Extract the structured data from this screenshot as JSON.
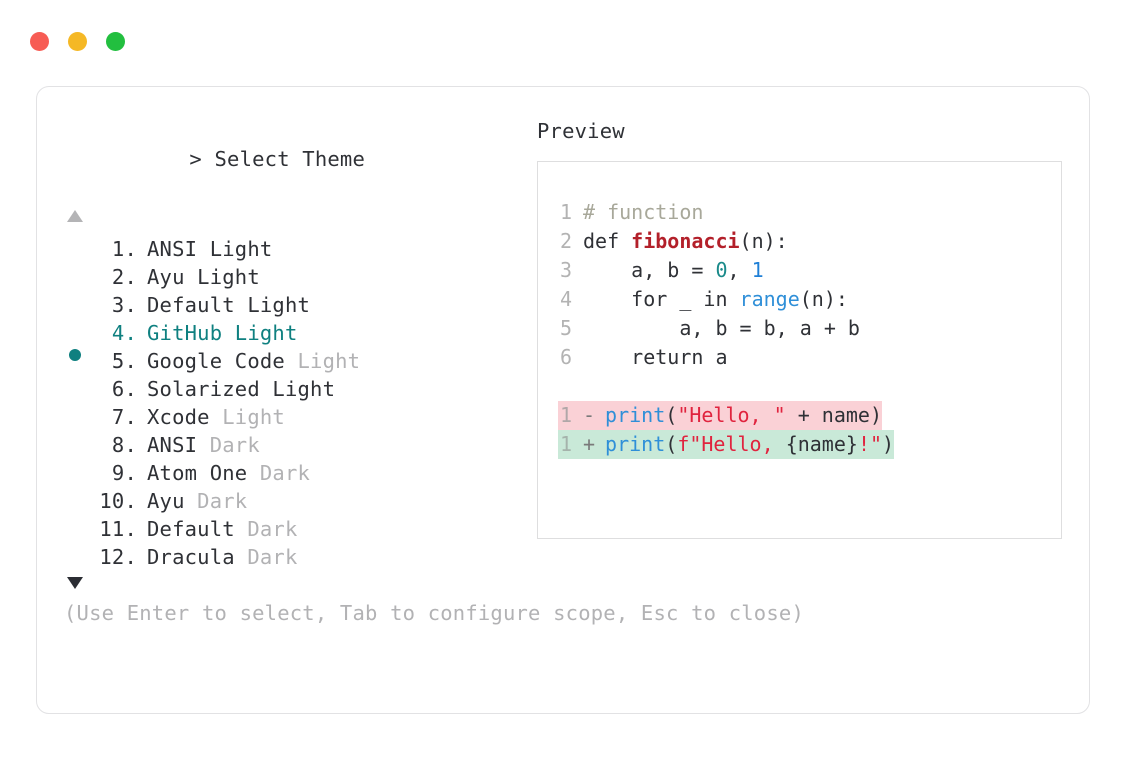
{
  "window": {
    "traffic_lights": [
      {
        "name": "close-dot",
        "color": "#f75c54"
      },
      {
        "name": "minimize-dot",
        "color": "#f5b825"
      },
      {
        "name": "maximize-dot",
        "color": "#22bf3f"
      }
    ]
  },
  "accent_color": "#0f8080",
  "left_panel": {
    "prompt_symbol": ">",
    "title": "Select Theme",
    "scroll_up_indicator": "▲",
    "scroll_down_indicator": "▼",
    "selected_index": 4,
    "items": [
      {
        "index": "1.",
        "name": "ANSI",
        "variant": "Light",
        "variant_muted": false,
        "selected": false
      },
      {
        "index": "2.",
        "name": "Ayu",
        "variant": "Light",
        "variant_muted": false,
        "selected": false
      },
      {
        "index": "3.",
        "name": "Default",
        "variant": "Light",
        "variant_muted": false,
        "selected": false
      },
      {
        "index": "4.",
        "name": "GitHub",
        "variant": "Light",
        "variant_muted": false,
        "selected": true
      },
      {
        "index": "5.",
        "name": "Google Code",
        "variant": "Light",
        "variant_muted": true,
        "selected": false
      },
      {
        "index": "6.",
        "name": "Solarized",
        "variant": "Light",
        "variant_muted": false,
        "selected": false
      },
      {
        "index": "7.",
        "name": "Xcode",
        "variant": "Light",
        "variant_muted": true,
        "selected": false
      },
      {
        "index": "8.",
        "name": "ANSI",
        "variant": "Dark",
        "variant_muted": true,
        "selected": false
      },
      {
        "index": "9.",
        "name": "Atom One",
        "variant": "Dark",
        "variant_muted": true,
        "selected": false
      },
      {
        "index": "10.",
        "name": "Ayu",
        "variant": "Dark",
        "variant_muted": true,
        "selected": false
      },
      {
        "index": "11.",
        "name": "Default",
        "variant": "Dark",
        "variant_muted": true,
        "selected": false
      },
      {
        "index": "12.",
        "name": "Dracula",
        "variant": "Dark",
        "variant_muted": true,
        "selected": false
      }
    ],
    "hint": "(Use Enter to select, Tab to configure scope, Esc to close)"
  },
  "right_panel": {
    "label": "Preview",
    "code_lines": [
      {
        "n": "1",
        "tokens": [
          {
            "t": "# function",
            "c": "comment"
          }
        ]
      },
      {
        "n": "2",
        "tokens": [
          {
            "t": "def ",
            "c": "kw"
          },
          {
            "t": "fibonacci",
            "c": "fn"
          },
          {
            "t": "(n):",
            "c": "plain"
          }
        ]
      },
      {
        "n": "3",
        "tokens": [
          {
            "t": "    a, b = ",
            "c": "plain"
          },
          {
            "t": "0",
            "c": "num-t"
          },
          {
            "t": ", ",
            "c": "plain"
          },
          {
            "t": "1",
            "c": "num-b"
          }
        ]
      },
      {
        "n": "4",
        "tokens": [
          {
            "t": "    for _ in ",
            "c": "plain"
          },
          {
            "t": "range",
            "c": "builtin"
          },
          {
            "t": "(n):",
            "c": "plain"
          }
        ]
      },
      {
        "n": "5",
        "tokens": [
          {
            "t": "        a, b = b, a + b",
            "c": "plain"
          }
        ]
      },
      {
        "n": "6",
        "tokens": [
          {
            "t": "    return a",
            "c": "plain"
          }
        ]
      }
    ],
    "diff_lines": [
      {
        "n": "1",
        "sign": "-",
        "kind": "del",
        "tokens": [
          {
            "t": "print",
            "c": "print"
          },
          {
            "t": "(",
            "c": "plain"
          },
          {
            "t": "\"Hello, \"",
            "c": "str"
          },
          {
            "t": " + name)",
            "c": "plain"
          }
        ]
      },
      {
        "n": "1",
        "sign": "+",
        "kind": "add",
        "tokens": [
          {
            "t": "print",
            "c": "print"
          },
          {
            "t": "(",
            "c": "plain"
          },
          {
            "t": "f\"Hello, ",
            "c": "str"
          },
          {
            "t": "{name}",
            "c": "plain"
          },
          {
            "t": "!\"",
            "c": "str"
          },
          {
            "t": ")",
            "c": "plain"
          }
        ]
      }
    ]
  }
}
